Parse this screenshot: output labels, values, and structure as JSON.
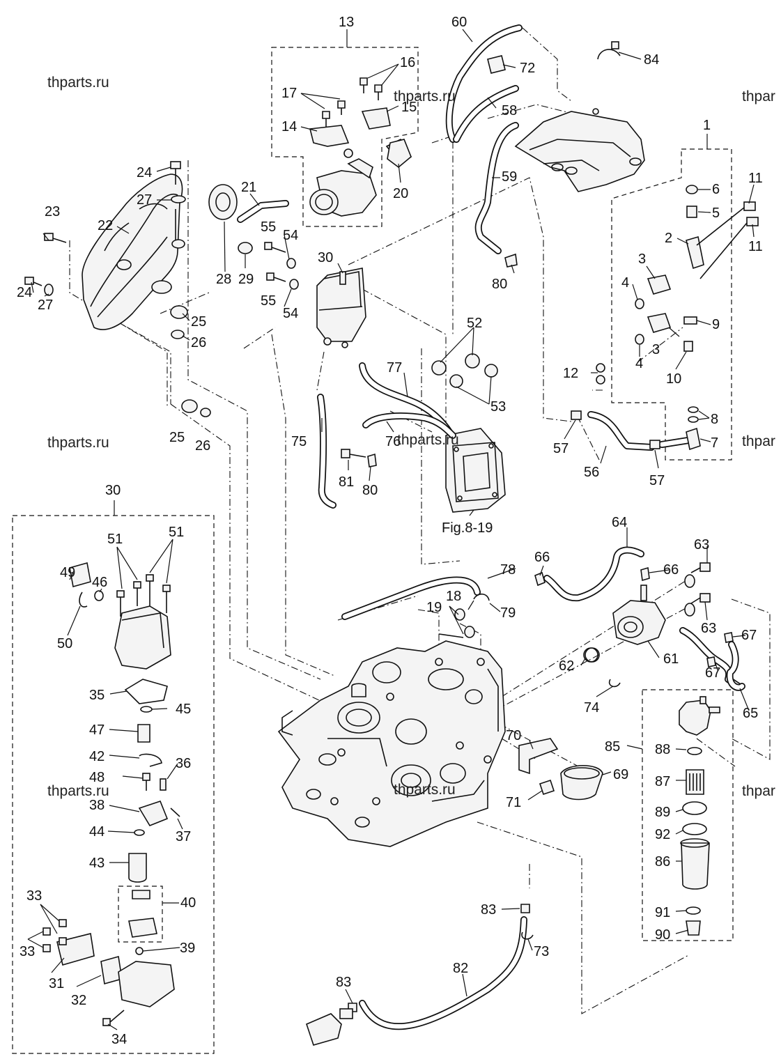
{
  "watermarks": [
    "thparts.ru",
    "thpar"
  ],
  "figure_reference": "Fig.8-19",
  "callouts": {
    "c1": "1",
    "c2": "2",
    "c3": "3",
    "c4": "4",
    "c5": "5",
    "c6": "6",
    "c7": "7",
    "c8": "8",
    "c9": "9",
    "c10": "10",
    "c11": "11",
    "c12": "12",
    "c13": "13",
    "c14": "14",
    "c15": "15",
    "c16": "16",
    "c17": "17",
    "c18": "18",
    "c19": "19",
    "c20": "20",
    "c21": "21",
    "c22": "22",
    "c23": "23",
    "c24": "24",
    "c25": "25",
    "c26": "26",
    "c27": "27",
    "c28": "28",
    "c29": "29",
    "c30": "30",
    "c31": "31",
    "c32": "32",
    "c33": "33",
    "c34": "34",
    "c35": "35",
    "c36": "36",
    "c37": "37",
    "c38": "38",
    "c39": "39",
    "c40": "40",
    "c42": "42",
    "c43": "43",
    "c44": "44",
    "c45": "45",
    "c46": "46",
    "c47": "47",
    "c48": "48",
    "c49": "49",
    "c50": "50",
    "c51": "51",
    "c52": "52",
    "c53": "53",
    "c54": "54",
    "c55": "55",
    "c56": "56",
    "c57": "57",
    "c58": "58",
    "c59": "59",
    "c60": "60",
    "c61": "61",
    "c62": "62",
    "c63": "63",
    "c64": "64",
    "c65": "65",
    "c66": "66",
    "c67": "67",
    "c69": "69",
    "c70": "70",
    "c71": "71",
    "c72": "72",
    "c73": "73",
    "c74": "74",
    "c75": "75",
    "c76": "76",
    "c77": "77",
    "c78": "78",
    "c79": "79",
    "c80": "80",
    "c81": "81",
    "c82": "82",
    "c83": "83",
    "c84": "84",
    "c85": "85",
    "c86": "86",
    "c87": "87",
    "c88": "88",
    "c89": "89",
    "c90": "90",
    "c91": "91",
    "c92": "92"
  }
}
